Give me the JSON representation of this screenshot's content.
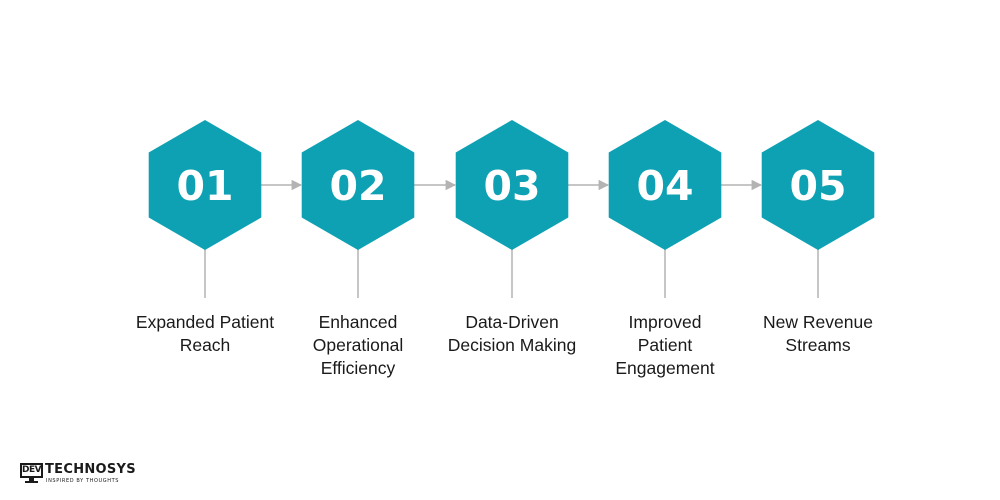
{
  "colors": {
    "hexagon_fill": "#0ea1b3",
    "connector": "#b3b3b3",
    "number_text": "#ffffff",
    "label_text": "#1a1a1a"
  },
  "steps": [
    {
      "number": "01",
      "label_lines": [
        "Expanded Patient",
        "Reach"
      ]
    },
    {
      "number": "02",
      "label_lines": [
        "Enhanced",
        "Operational",
        "Efficiency"
      ]
    },
    {
      "number": "03",
      "label_lines": [
        "Data-Driven",
        "Decision Making"
      ]
    },
    {
      "number": "04",
      "label_lines": [
        "Improved",
        "Patient",
        "Engagement"
      ]
    },
    {
      "number": "05",
      "label_lines": [
        "New Revenue",
        "Streams"
      ]
    }
  ],
  "logo": {
    "box_text": "DEV",
    "name": "TECHNOSYS",
    "tagline": "INSPIRED BY THOUGHTS"
  }
}
